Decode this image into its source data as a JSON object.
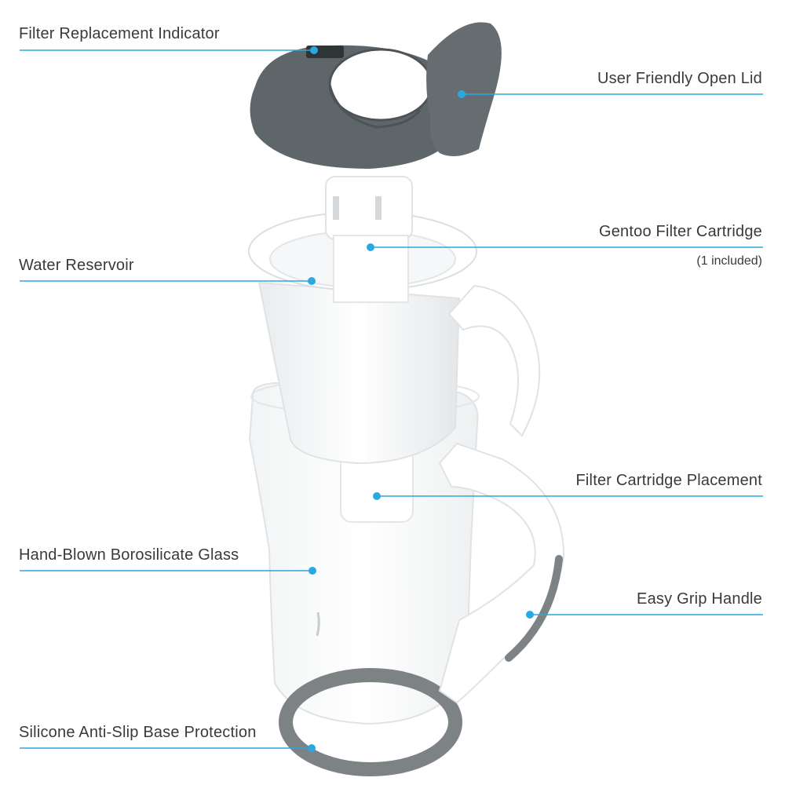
{
  "colors": {
    "callout_line": "#2aa8e0",
    "lid": "#5f666a",
    "silicone": "#7d8285",
    "text": "#3a3a3a"
  },
  "callouts": {
    "filter_replacement_indicator": "Filter Replacement Indicator",
    "user_friendly_open_lid": "User Friendly Open Lid",
    "gentoo_filter_cartridge": "Gentoo Filter Cartridge",
    "gentoo_filter_cartridge_note": "(1 included)",
    "water_reservoir": "Water Reservoir",
    "filter_cartridge_placement": "Filter Cartridge Placement",
    "hand_blown_glass": "Hand-Blown Borosilicate Glass",
    "easy_grip_handle": "Easy Grip Handle",
    "silicone_base": "Silicone Anti-Slip Base Protection"
  }
}
